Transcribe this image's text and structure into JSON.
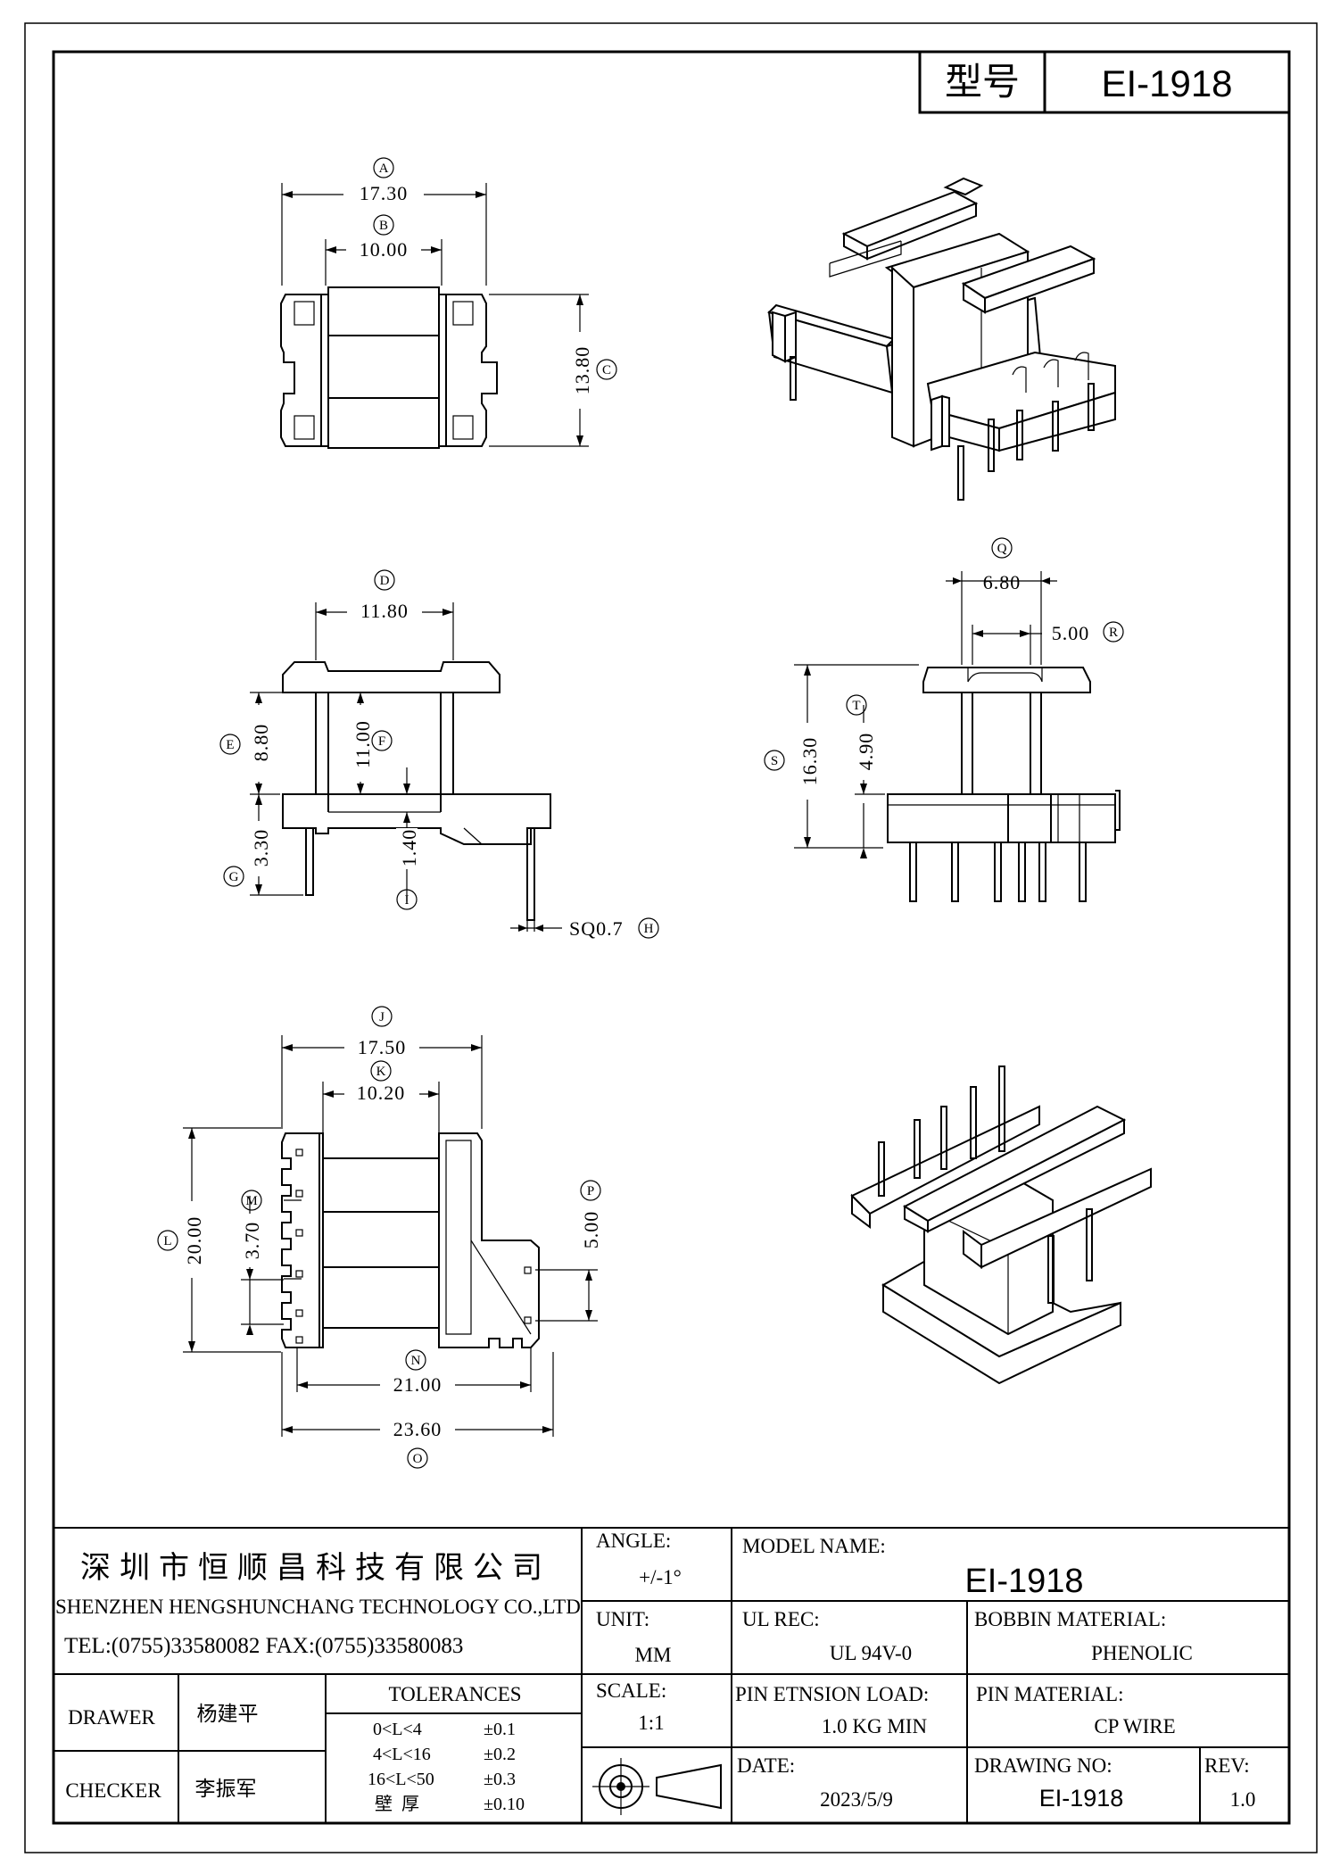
{
  "header": {
    "type_label": "型号",
    "model": "EI-1918"
  },
  "dims": {
    "A": "17.30",
    "B": "10.00",
    "C": "13.80",
    "D": "11.80",
    "E": "8.80",
    "F": "11.00",
    "G": "3.30",
    "H": "SQ0.7",
    "I": "1.40",
    "Q": "6.80",
    "R": "5.00",
    "S": "16.30",
    "T": "4.90",
    "J": "17.50",
    "K": "10.20",
    "L": "20.00",
    "M": "3.70",
    "P": "5.00",
    "N": "21.00",
    "O": "23.60"
  },
  "letters": {
    "A": "A",
    "B": "B",
    "C": "C",
    "D": "D",
    "E": "E",
    "F": "F",
    "G": "G",
    "H": "H",
    "I": "I",
    "Q": "Q",
    "R": "R",
    "S": "S",
    "T": "T",
    "J": "J",
    "K": "K",
    "L": "L",
    "M": "M",
    "N": "N",
    "O": "O",
    "P": "P"
  },
  "title_block": {
    "company_cn": "深圳市恒顺昌科技有限公司",
    "company_en": "SHENZHEN HENGSHUNCHANG TECHNOLOGY CO.,LTD",
    "contact": "TEL:(0755)33580082 FAX:(0755)33580083",
    "angle_label": "ANGLE:",
    "angle_value": "+/-1°",
    "unit_label": "UNIT:",
    "unit_value": "MM",
    "scale_label": "SCALE:",
    "scale_value": "1:1",
    "model_name_label": "MODEL NAME:",
    "model_name": "EI-1918",
    "ul_label": "UL REC:",
    "ul_value": "UL 94V-0",
    "bobbin_label": "BOBBIN MATERIAL:",
    "bobbin_value": "PHENOLIC",
    "pin_load_label": "PIN ETNSION LOAD:",
    "pin_load_value": "1.0 KG MIN",
    "pin_mat_label": "PIN MATERIAL:",
    "pin_mat_value": "CP WIRE",
    "date_label": "DATE:",
    "date_value": "2023/5/9",
    "drawing_no_label": "DRAWING NO:",
    "drawing_no": "EI-1918",
    "rev_label": "REV:",
    "rev_value": "1.0",
    "drawer_label": "DRAWER",
    "drawer_name": "杨建平",
    "checker_label": "CHECKER",
    "checker_name": "李振军",
    "tolerances_label": "TOLERANCES",
    "tolerances": [
      {
        "range": "0<L<4",
        "value": "±0.1"
      },
      {
        "range": "4<L<16",
        "value": "±0.2"
      },
      {
        "range": "16<L<50",
        "value": "±0.3"
      },
      {
        "range": "壁  厚",
        "value": "±0.10"
      }
    ]
  }
}
